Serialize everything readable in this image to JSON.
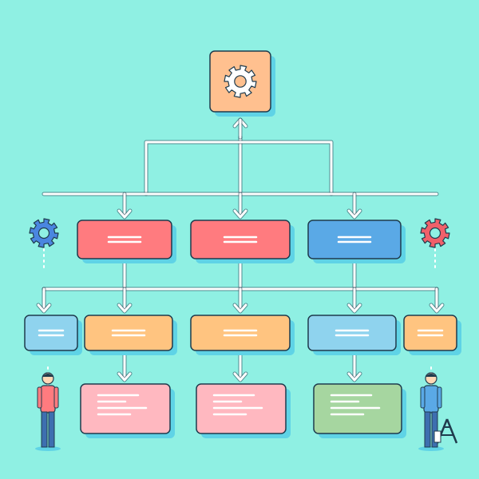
{
  "colors": {
    "background": "#8ff0e3",
    "connector": "#ffffff",
    "outline": "#1f3b4d",
    "shadow": "#5fd3e6",
    "gear_box": "#ffc08f",
    "red": "#ff7b7f",
    "blue": "#5aa9e6",
    "light_blue": "#8fd3ee",
    "orange": "#ffc480",
    "pink": "#ffb8c0",
    "green": "#a6d6a0",
    "gear_blue": "#4a86e0",
    "gear_red": "#f0606a"
  },
  "diagram": {
    "root": {
      "icon": "gear-icon",
      "color_key": "gear_box"
    },
    "level1": [
      {
        "color_key": "red"
      },
      {
        "color_key": "red"
      },
      {
        "color_key": "blue"
      }
    ],
    "level2": [
      {
        "color_key": "light_blue"
      },
      {
        "color_key": "orange"
      },
      {
        "color_key": "orange"
      },
      {
        "color_key": "light_blue"
      },
      {
        "color_key": "orange"
      }
    ],
    "level3": [
      {
        "color_key": "pink"
      },
      {
        "color_key": "pink"
      },
      {
        "color_key": "green"
      }
    ],
    "side_icons": [
      "gear-icon",
      "gear-icon",
      "person-icon",
      "person-icon",
      "ladder-icon"
    ]
  }
}
